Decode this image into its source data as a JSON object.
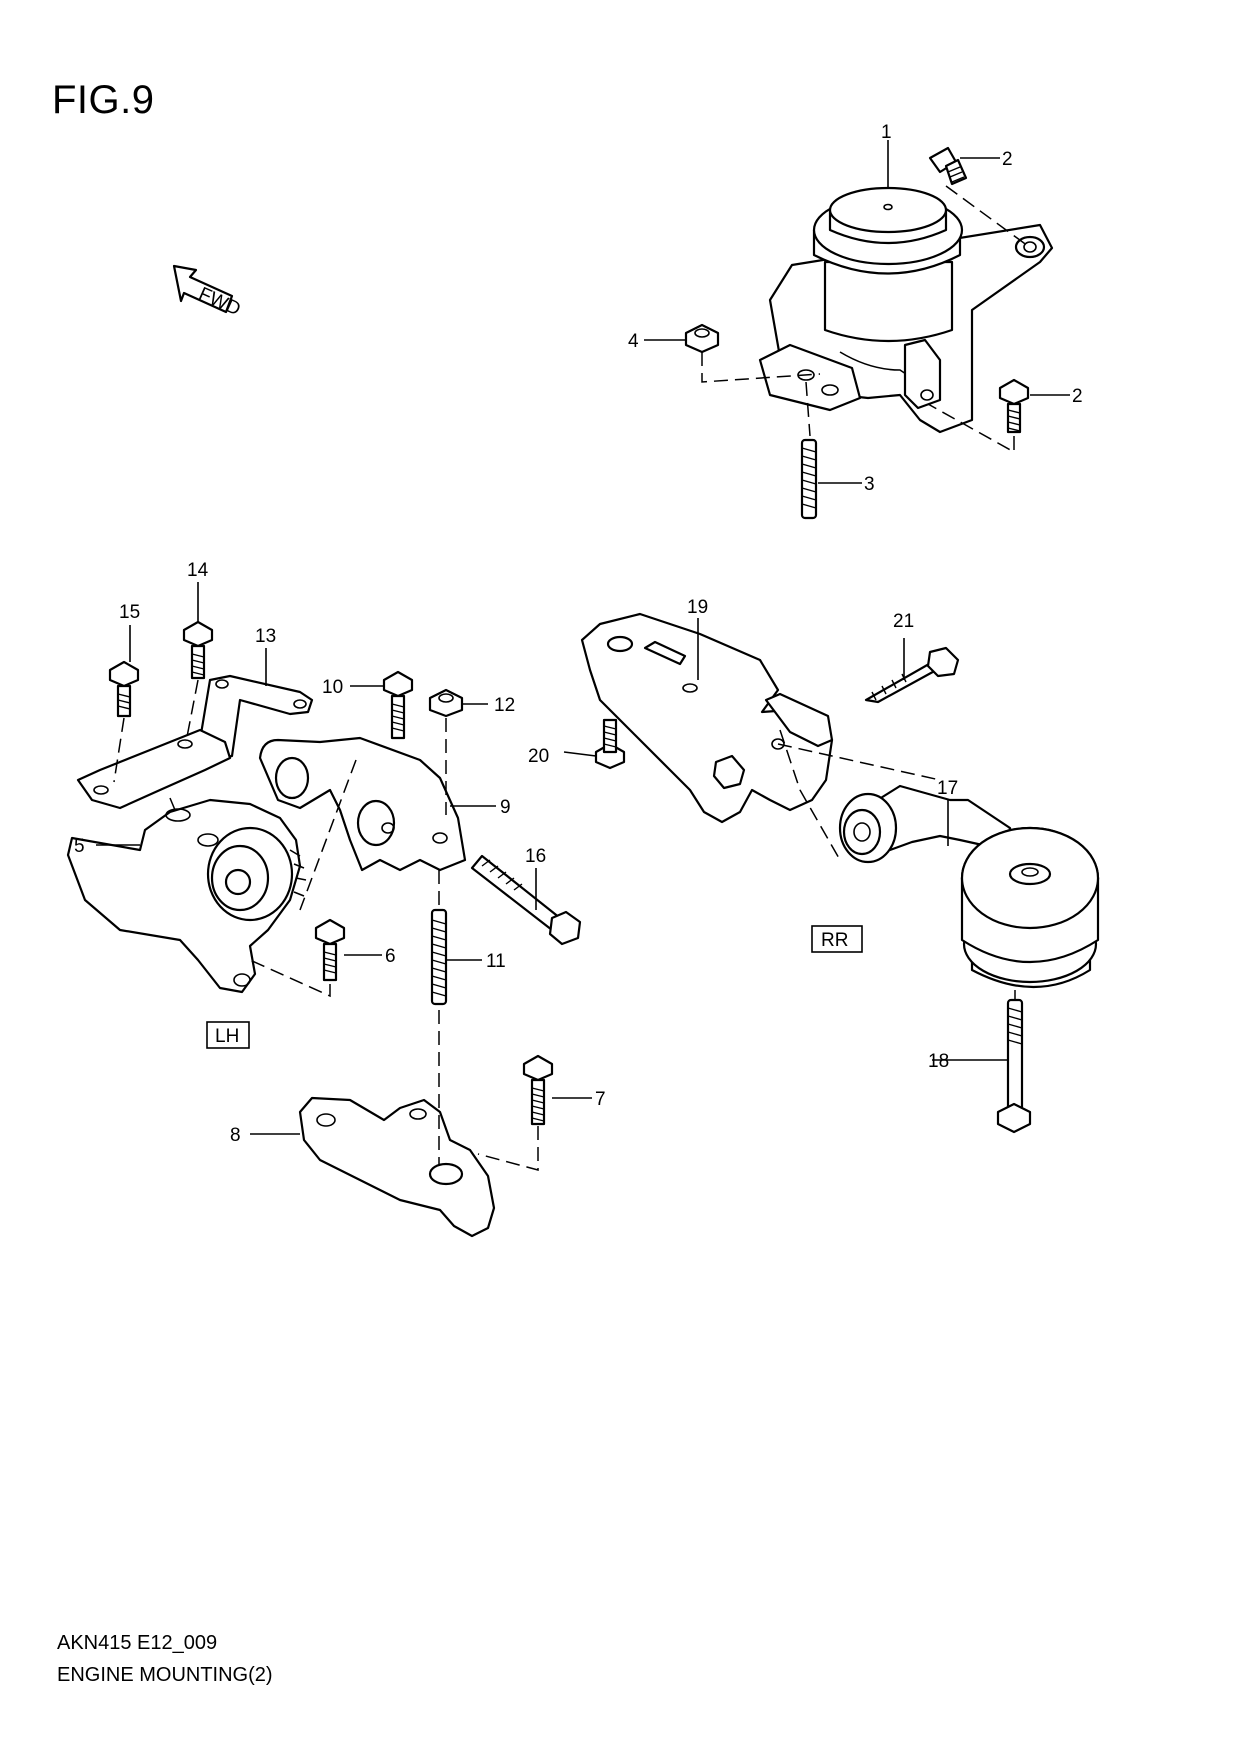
{
  "figure": {
    "title": "FIG.9",
    "code": "AKN415 E12_009",
    "caption": "ENGINE MOUNTING(2)"
  },
  "direction_arrow": "FWD",
  "views": {
    "lh": "LH",
    "rr": "RR"
  },
  "callouts": {
    "p1": "1",
    "p2a": "2",
    "p2b": "2",
    "p3": "3",
    "p4": "4",
    "p5": "5",
    "p6": "6",
    "p7": "7",
    "p8": "8",
    "p9": "9",
    "p10": "10",
    "p11": "11",
    "p12": "12",
    "p13": "13",
    "p14": "14",
    "p15": "15",
    "p16": "16",
    "p17": "17",
    "p18": "18",
    "p19": "19",
    "p20": "20",
    "p21": "21"
  }
}
